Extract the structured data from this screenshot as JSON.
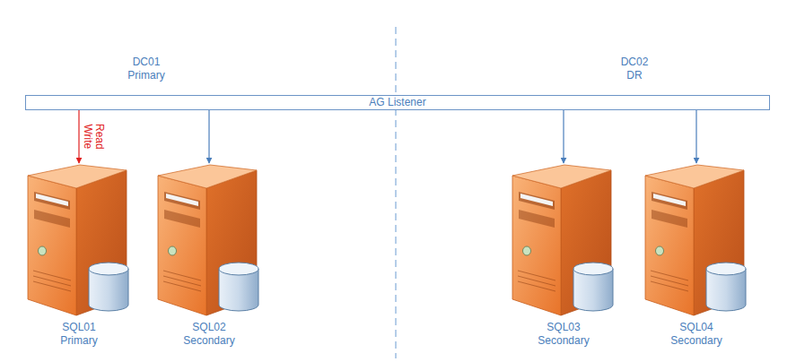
{
  "diagram": {
    "nodes": [
      {
        "text": [
          "AG Listener"
        ]
      },
      {
        "text": [
          "SQL01 Primary"
        ]
      },
      {
        "text": [
          "SQL02 Secondary"
        ]
      },
      {
        "text": [
          "SQL03 Secondary"
        ]
      },
      {
        "text": [
          "SQL04 Secondary"
        ]
      }
    ],
    "edges": [
      {
        "from": 0,
        "to": 1,
        "arrow": "to",
        "label": "Read Write"
      },
      {
        "from": 0,
        "to": 2,
        "arrow": "to"
      },
      {
        "from": 0,
        "to": 3,
        "arrow": "to"
      },
      {
        "from": 0,
        "to": 4,
        "arrow": "to"
      }
    ],
    "labels": [
      "DC01 Primary",
      "DC02 DR"
    ]
  }
}
